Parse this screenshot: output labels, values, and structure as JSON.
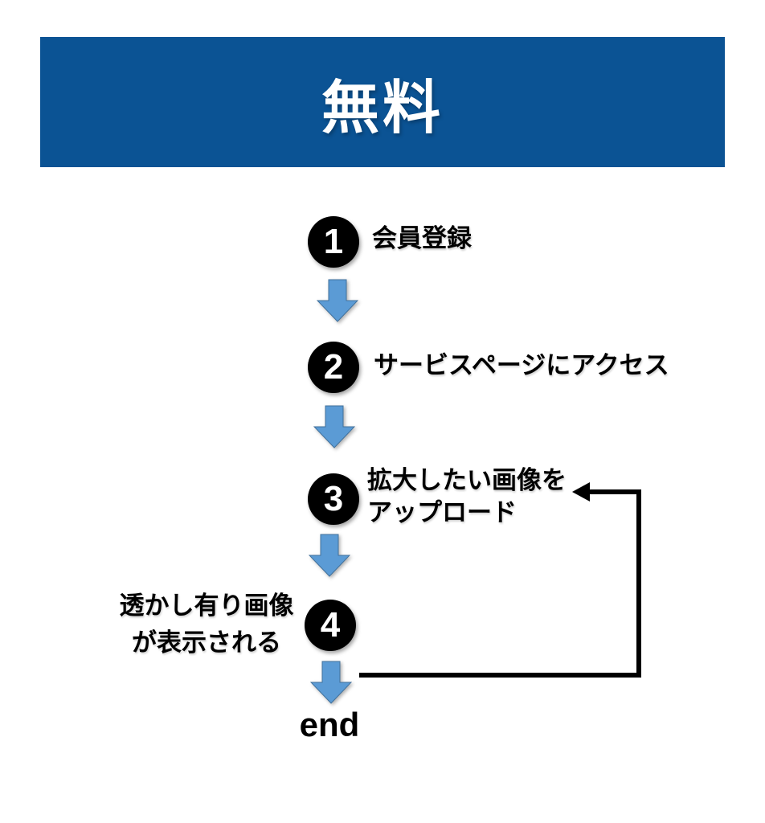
{
  "banner": {
    "title": "無料",
    "bg_color": "#0b5394",
    "text_color": "#ffffff"
  },
  "steps": [
    {
      "number": "1",
      "lines": [
        "会員登録"
      ],
      "label_side": "right"
    },
    {
      "number": "2",
      "lines": [
        "サービスページにアクセス"
      ],
      "label_side": "right"
    },
    {
      "number": "3",
      "lines": [
        "拡大したい画像を",
        "アップロード"
      ],
      "label_side": "right"
    },
    {
      "number": "4",
      "lines": [
        "透かし有り画像",
        "が表示される"
      ],
      "label_side": "left"
    }
  ],
  "end_label": "end",
  "connector": {
    "type": "loop-back",
    "from_step": "4",
    "to_step": "3"
  },
  "colors": {
    "banner_blue": "#0b5394",
    "arrow_blue_fill": "#5b9bd5",
    "arrow_blue_stroke": "#41719c",
    "circle_black": "#000000",
    "loop_black": "#000000",
    "background": "#ffffff"
  }
}
